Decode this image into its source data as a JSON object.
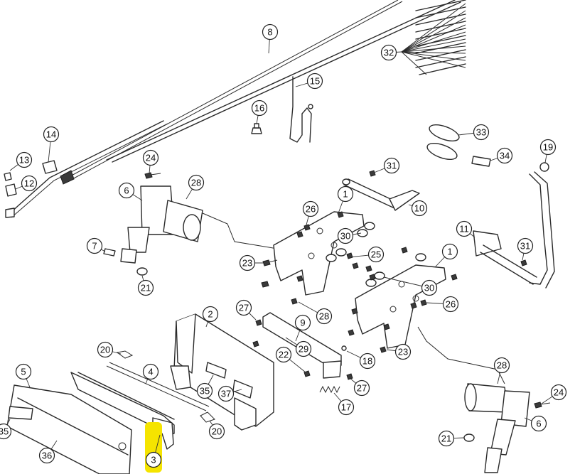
{
  "diagram": {
    "highlight_color": "#f5e400",
    "highlighted_part": "3",
    "callouts": [
      {
        "id": "c1a",
        "label": "1"
      },
      {
        "id": "c1b",
        "label": "1"
      },
      {
        "id": "c2",
        "label": "2"
      },
      {
        "id": "c3",
        "label": "3"
      },
      {
        "id": "c4",
        "label": "4"
      },
      {
        "id": "c5",
        "label": "5"
      },
      {
        "id": "c6a",
        "label": "6"
      },
      {
        "id": "c6b",
        "label": "6"
      },
      {
        "id": "c7",
        "label": "7"
      },
      {
        "id": "c8",
        "label": "8"
      },
      {
        "id": "c9",
        "label": "9"
      },
      {
        "id": "c10",
        "label": "10"
      },
      {
        "id": "c11",
        "label": "11"
      },
      {
        "id": "c12",
        "label": "12"
      },
      {
        "id": "c13",
        "label": "13"
      },
      {
        "id": "c14",
        "label": "14"
      },
      {
        "id": "c15",
        "label": "15"
      },
      {
        "id": "c16",
        "label": "16"
      },
      {
        "id": "c17",
        "label": "17"
      },
      {
        "id": "c18",
        "label": "18"
      },
      {
        "id": "c19",
        "label": "19"
      },
      {
        "id": "c20a",
        "label": "20"
      },
      {
        "id": "c20b",
        "label": "20"
      },
      {
        "id": "c21a",
        "label": "21"
      },
      {
        "id": "c21b",
        "label": "21"
      },
      {
        "id": "c22",
        "label": "22"
      },
      {
        "id": "c23a",
        "label": "23"
      },
      {
        "id": "c23b",
        "label": "23"
      },
      {
        "id": "c24a",
        "label": "24"
      },
      {
        "id": "c24b",
        "label": "24"
      },
      {
        "id": "c25",
        "label": "25"
      },
      {
        "id": "c26a",
        "label": "26"
      },
      {
        "id": "c26b",
        "label": "26"
      },
      {
        "id": "c27a",
        "label": "27"
      },
      {
        "id": "c27b",
        "label": "27"
      },
      {
        "id": "c28a",
        "label": "28"
      },
      {
        "id": "c28b",
        "label": "28"
      },
      {
        "id": "c28c",
        "label": "28"
      },
      {
        "id": "c29",
        "label": "29"
      },
      {
        "id": "c30a",
        "label": "30"
      },
      {
        "id": "c30b",
        "label": "30"
      },
      {
        "id": "c31a",
        "label": "31"
      },
      {
        "id": "c31b",
        "label": "31"
      },
      {
        "id": "c32",
        "label": "32"
      },
      {
        "id": "c33",
        "label": "33"
      },
      {
        "id": "c34",
        "label": "34"
      },
      {
        "id": "c35a",
        "label": "35"
      },
      {
        "id": "c35b",
        "label": "35"
      },
      {
        "id": "c36",
        "label": "36"
      },
      {
        "id": "c37",
        "label": "37"
      }
    ]
  }
}
